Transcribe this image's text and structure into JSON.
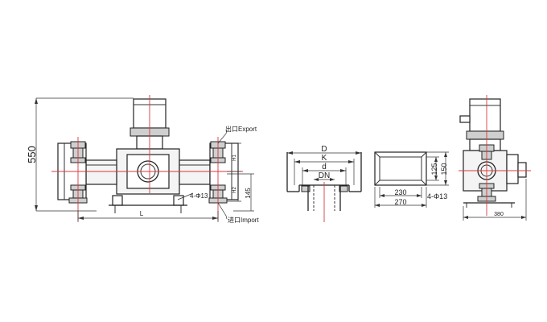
{
  "front_view": {
    "height_label": "550",
    "length_label": "L",
    "h1_label": "H1",
    "h2_label": "H2",
    "offset_label": "145",
    "bolt_label": "4-Φ13",
    "outlet_label": "出口Export",
    "inlet_label": "进口Import"
  },
  "flange_view": {
    "d_outer_label": "D",
    "k_label": "K",
    "d_inner_label": "d",
    "dn_label": "DN"
  },
  "base_view": {
    "width_inner_label": "230",
    "width_outer_label": "270",
    "depth_inner_label": "125",
    "depth_outer_label": "150",
    "bolt_label": "4-Φ13"
  },
  "side_view": {
    "width_label": "380"
  }
}
